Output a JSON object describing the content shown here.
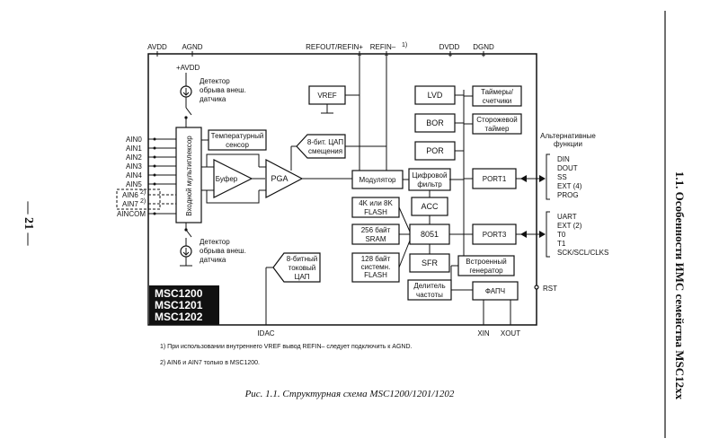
{
  "page_number": "— 21 —",
  "running_header": "1.1. Особенности ИМС семейства MSC12xx",
  "caption": "Рис. 1.1. Структурная схема MSC1200/1201/1202",
  "pins_top": {
    "avdd": "AVDD",
    "agnd": "AGND",
    "refout": "REFOUT/REFIN+",
    "refin": "REFIN–",
    "refin_note": "1)",
    "dvdd": "DVDD",
    "dgnd": "DGND"
  },
  "pins_bottom": {
    "idac": "IDAC",
    "xin": "XIN",
    "xout": "XOUT",
    "rst": "RST"
  },
  "ain_pins": [
    "AIN0",
    "AIN1",
    "AIN2",
    "AIN3",
    "AIN4",
    "AIN5",
    "AIN6",
    "AIN7",
    "AINCOM"
  ],
  "ain_notes": {
    "ain6": "2)",
    "ain7": "2)"
  },
  "blocks": {
    "avdd_plus": "+AVDD",
    "burnout_top": [
      "Детектор",
      "обрыва внеш.",
      "датчика"
    ],
    "burnout_bottom": [
      "Детектор",
      "обрыва внеш.",
      "датчика"
    ],
    "mux": "Входной мультиплексор",
    "temp": [
      "Температурный",
      "сенсор"
    ],
    "buffer": "Буфер",
    "pga": "PGA",
    "dac8_offset": [
      "8-бит. ЦАП",
      "смещения"
    ],
    "vref": "VREF",
    "modulator": "Модулятор",
    "digital_filter": [
      "Цифровой",
      "фильтр"
    ],
    "acc": "ACC",
    "flash4k": [
      "4K или 8K",
      "FLASH"
    ],
    "sram": [
      "256 байт",
      "SRAM"
    ],
    "cpu": "8051",
    "flash128": [
      "128 байт",
      "системн.",
      "FLASH"
    ],
    "sfr": "SFR",
    "idac8": [
      "8-битный",
      "токовый",
      "ЦАП"
    ],
    "lvd": "LVD",
    "bor": "BOR",
    "por": "POR",
    "timers": [
      "Таймеры/",
      "счетчики"
    ],
    "watchdog": [
      "Сторожевой",
      "таймер"
    ],
    "port1": "PORT1",
    "port3": "PORT3",
    "osc": [
      "Встроенный",
      "генератор"
    ],
    "divider": [
      "Делитель",
      "частоты"
    ],
    "pll": "ФАПЧ"
  },
  "alt_title": [
    "Альтернативные",
    "функции"
  ],
  "port1_functions": [
    "DIN",
    "DOUT",
    "SS",
    "EXT (4)",
    "PROG"
  ],
  "port3_functions": [
    "UART",
    "EXT (2)",
    "T0",
    "T1",
    "SCK/SCL/CLKS"
  ],
  "part_numbers": [
    "MSC1200",
    "MSC1201",
    "MSC1202"
  ],
  "footnotes": [
    "1) При использовании внутреннего VREF вывод REFIN– следует подключить к AGND.",
    "2) AIN6 и AIN7 только в MSC1200."
  ]
}
